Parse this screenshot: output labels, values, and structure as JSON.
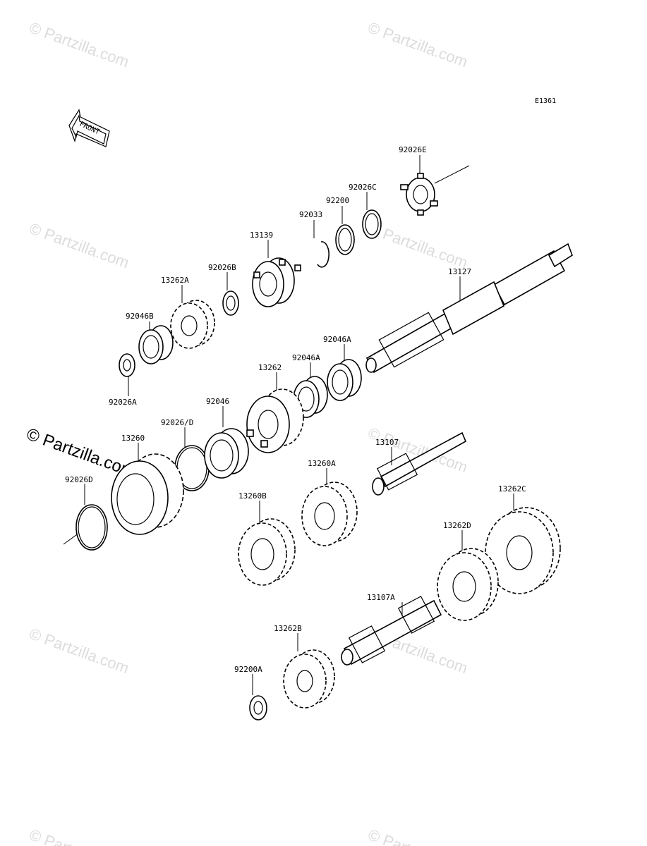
{
  "diagram_code": "E1361",
  "front_arrow_label": "FRONT",
  "watermark_text": "© Partzilla.com",
  "part_labels": {
    "p92026E": "92026E",
    "p92026C": "92026C",
    "p92200": "92200",
    "p92033": "92033",
    "p13139": "13139",
    "p92026B": "92026B",
    "p13262A": "13262A",
    "p13127": "13127",
    "p92046B": "92046B",
    "p92046A_top": "92046A",
    "p92046A_bottom": "92046A",
    "p13262": "13262",
    "p92026A": "92026A",
    "p92026D_slash": "92026/D",
    "p92046": "92046",
    "p13260": "13260",
    "p13107": "13107",
    "p13260A": "13260A",
    "p92026D": "92026D",
    "p13260B": "13260B",
    "p13262C": "13262C",
    "p13262D": "13262D",
    "p13107A": "13107A",
    "p13262B": "13262B",
    "p92200A": "92200A"
  },
  "colors": {
    "line": "#000000",
    "watermark": "#dcdcdc",
    "background": "#ffffff"
  }
}
